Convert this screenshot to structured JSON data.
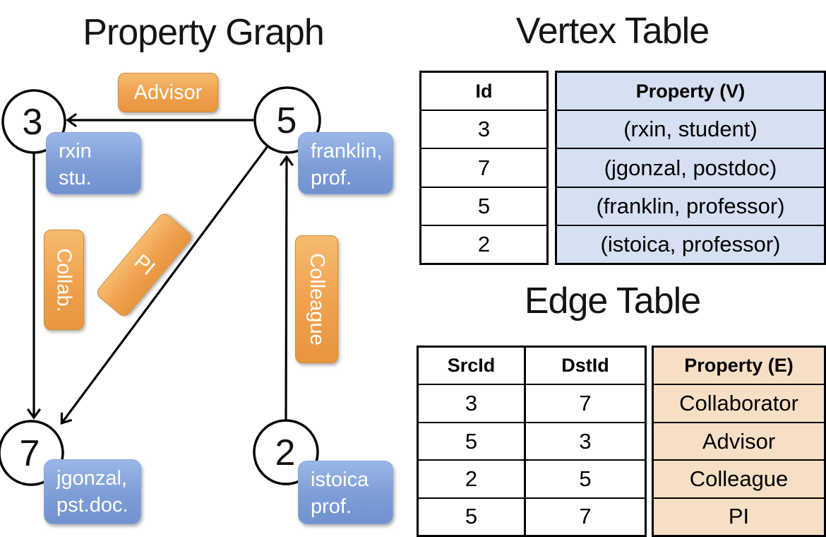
{
  "graph": {
    "title": "Property Graph",
    "nodes": [
      {
        "id": "3",
        "property": [
          "rxin",
          "stu."
        ]
      },
      {
        "id": "5",
        "property": [
          "franklin,",
          "prof."
        ]
      },
      {
        "id": "7",
        "property": [
          "jgonzal,",
          "pst.doc."
        ]
      },
      {
        "id": "2",
        "property": [
          "istoica",
          "prof."
        ]
      }
    ],
    "edges": [
      {
        "label": "Advisor",
        "src": "5",
        "dst": "3"
      },
      {
        "label": "Collab.",
        "src": "3",
        "dst": "7"
      },
      {
        "label": "PI",
        "src": "5",
        "dst": "7"
      },
      {
        "label": "Colleague",
        "src": "2",
        "dst": "5"
      }
    ]
  },
  "vertex_table": {
    "title": "Vertex Table",
    "columns": [
      "Id",
      "Property (V)"
    ],
    "rows": [
      [
        "3",
        "(rxin, student)"
      ],
      [
        "7",
        "(jgonzal, postdoc)"
      ],
      [
        "5",
        "(franklin, professor)"
      ],
      [
        "2",
        "(istoica, professor)"
      ]
    ]
  },
  "edge_table": {
    "title": "Edge Table",
    "columns": [
      "SrcId",
      "DstId",
      "Property (E)"
    ],
    "rows": [
      [
        "3",
        "7",
        "Collaborator"
      ],
      [
        "5",
        "3",
        "Advisor"
      ],
      [
        "2",
        "5",
        "Colleague"
      ],
      [
        "5",
        "7",
        "PI"
      ]
    ]
  },
  "colors": {
    "edge_label_orange_top": "#f6bb70",
    "edge_label_orange_bottom": "#e8953f",
    "vertex_label_blue_top": "#9ab7e6",
    "vertex_label_blue_bottom": "#7191cf",
    "vertex_property_fill": "#d5e0f2",
    "edge_property_fill": "#f6dfc4",
    "line_color": "#000000",
    "text_on_pill": "#ffffff"
  }
}
